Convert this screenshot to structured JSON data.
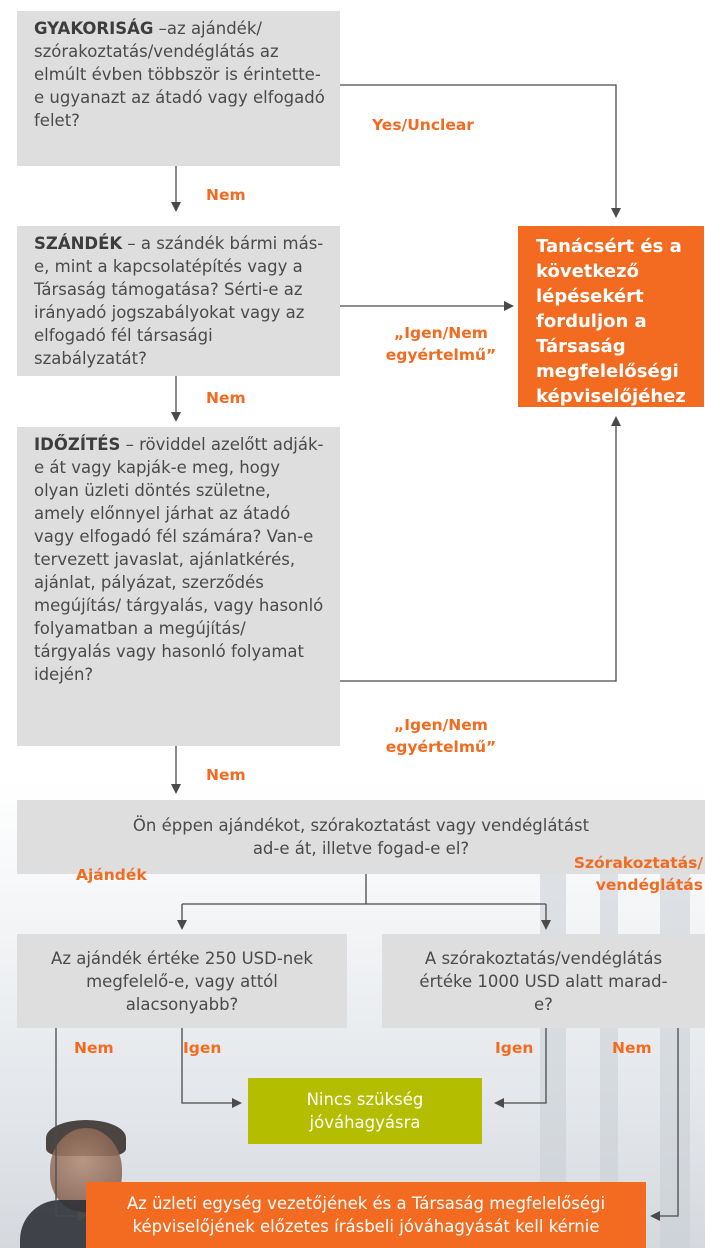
{
  "nodes": {
    "frequency": {
      "keyword": "GYAKORISÁG",
      "text": " –az ajándék/ szórakoztatás/vendéglátás az elmúlt évben többször is érintette-e ugyanazt az átadó vagy elfogadó felet?"
    },
    "intent": {
      "keyword": "SZÁNDÉK",
      "text": " – a szándék bármi más-e, mint a kapcsolatépítés vagy a Társaság támogatása? Sérti-e az irányadó jogszabályokat vagy az elfogadó fél társasági szabályzatát?"
    },
    "timing": {
      "keyword": "IDŐZÍTÉS",
      "text": " – röviddel azelőtt adják-e át vagy kapják-e meg, hogy olyan üzleti döntés születne, amely előnnyel járhat az átadó vagy elfogadó fél számára? Van-e tervezett javaslat, ajánlatkérés, ajánlat, pályázat, szerződés megújítás/ tárgyalás, vagy hasonló folyamatban a megújítás/ tárgyalás vagy hasonló folyamat idején?"
    },
    "advisor": "Tanácsért és a következő lépésekért forduljon a Társaság megfelelőségi képviselőjéhez",
    "give_or_take": "Ön éppen ajándékot, szórakoztatást vagy vendéglátást ad-e át, illetve fogad-e el?",
    "gift_value": "Az ajándék értéke 250 USD-nek megfelelő-e, vagy attól alacsonyabb?",
    "entertainment_value": "A szórakoztatás/vendéglátás értéke 1000 USD alatt marad-e?",
    "no_approval": "Nincs szükség jóváhagyásra",
    "prior_approval": "Az üzleti egység vezetőjének és a Társaság megfelelőségi képviselőjének előzetes írásbeli jóváhagyását kell kérnie"
  },
  "labels": {
    "yes_unclear": "Yes/Unclear",
    "no_1": "Nem",
    "no_2": "Nem",
    "no_3": "Nem",
    "yes_no_unclear_1_line1": "„Igen/Nem",
    "yes_no_unclear_1_line2": "egyértelmű”",
    "yes_no_unclear_2_line1": "„Igen/Nem",
    "yes_no_unclear_2_line2": "egyértelmű”",
    "gift": "Ajándék",
    "entertainment_line1": "Szórakoztatás/",
    "entertainment_line2": "vendéglátás",
    "no_left": "Nem",
    "yes_left": "Igen",
    "yes_right": "Igen",
    "no_right": "Nem"
  },
  "colors": {
    "orange": "#f26b21",
    "gray_box": "#dedede",
    "green": "#b5bd00",
    "line": "#4a4a4a"
  }
}
